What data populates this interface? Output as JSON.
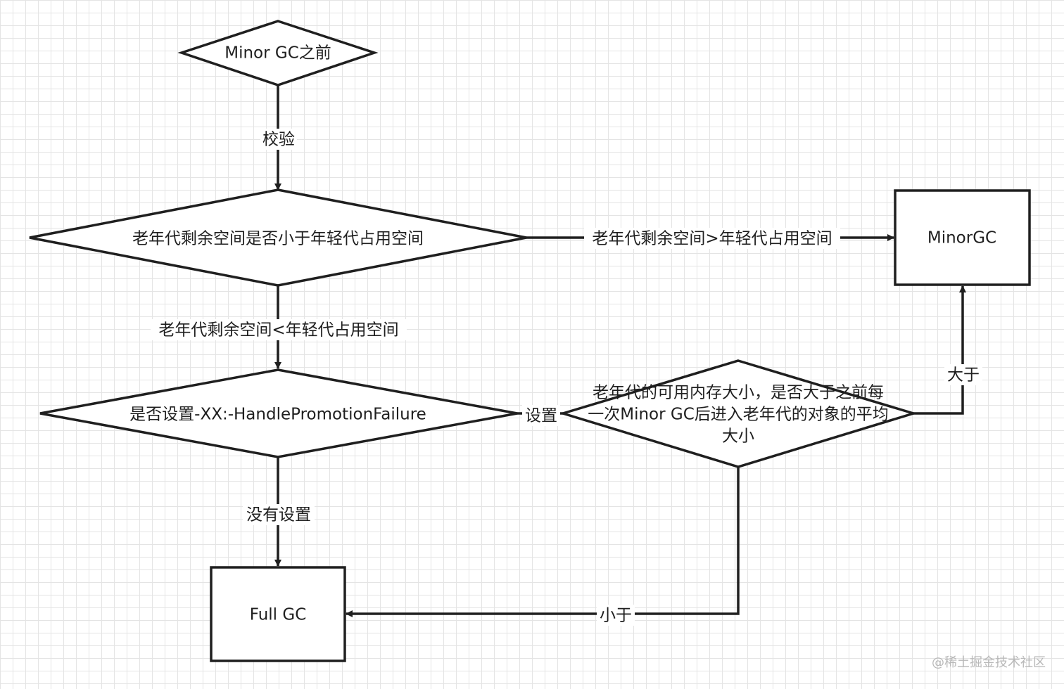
{
  "nodes": {
    "start": {
      "label": "Minor GC之前"
    },
    "check_old_space": {
      "label": "老年代剩余空间是否小于年轻代占用空间"
    },
    "minor_gc": {
      "label": "MinorGC"
    },
    "check_handle_promotion": {
      "label": "是否设置-XX:-HandlePromotionFailure"
    },
    "check_avg_size": {
      "label_lines": [
        "老年代的可用内存大小，是否大于之前每",
        "一次Minor GC后进入老年代的对象的平均",
        "大小"
      ]
    },
    "full_gc": {
      "label": "Full GC"
    }
  },
  "edges": {
    "start_to_check": {
      "label": "校验"
    },
    "old_space_greater": {
      "label": "老年代剩余空间>年轻代占用空间"
    },
    "old_space_less": {
      "label": "老年代剩余空间<年轻代占用空间"
    },
    "set": {
      "label": "设置"
    },
    "greater": {
      "label": "大于"
    },
    "not_set": {
      "label": "没有设置"
    },
    "less": {
      "label": "小于"
    }
  },
  "watermark": "@稀土掘金技术社区"
}
